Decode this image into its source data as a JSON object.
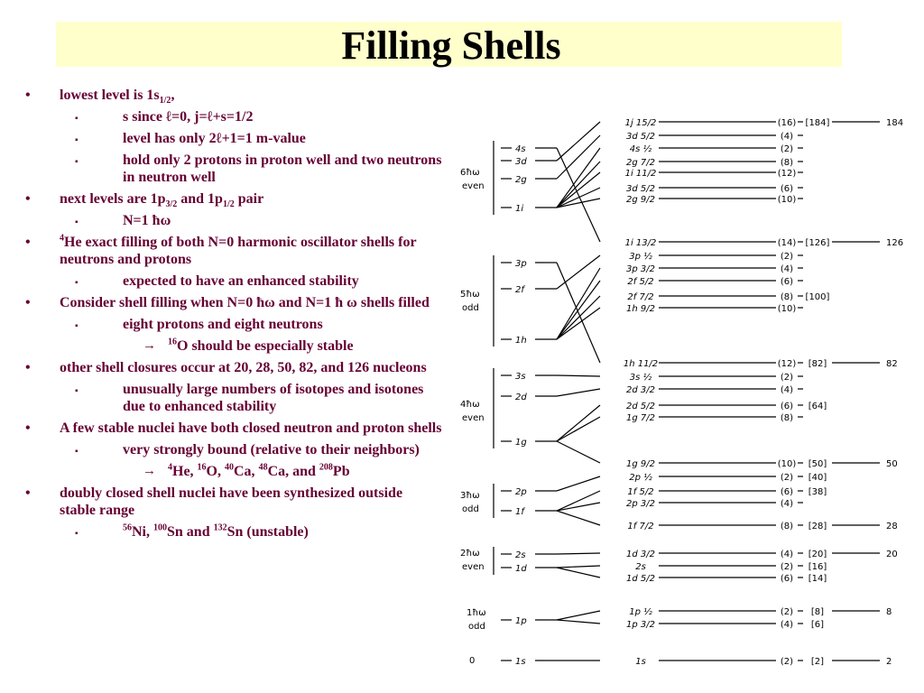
{
  "title": "Filling Shells",
  "colors": {
    "text": "#660033",
    "title_band": "#ffffcc"
  },
  "bullets": [
    {
      "level": 1,
      "parts": [
        {
          "t": "lowest level is 1s"
        },
        {
          "sub": "1/2"
        },
        {
          "t": ","
        }
      ]
    },
    {
      "level": 2,
      "parts": [
        {
          "t": "s since ℓ=0, j=ℓ+s=1/2"
        }
      ]
    },
    {
      "level": 2,
      "parts": [
        {
          "t": "level has only 2ℓ+1=1 m-value"
        }
      ]
    },
    {
      "level": 2,
      "parts": [
        {
          "t": " hold only 2 protons in proton well and two neutrons in neutron well"
        }
      ]
    },
    {
      "level": 1,
      "parts": [
        {
          "t": " next levels are 1p"
        },
        {
          "sub": "3/2"
        },
        {
          "t": " and 1p"
        },
        {
          "sub": "1/2"
        },
        {
          "t": " pair"
        }
      ]
    },
    {
      "level": 2,
      "parts": [
        {
          "t": "N=1 ħω"
        }
      ]
    },
    {
      "level": 1,
      "parts": [
        {
          "sup": "4"
        },
        {
          "t": "He exact filling of both N=0 harmonic oscillator shells for neutrons and protons"
        }
      ]
    },
    {
      "level": 2,
      "parts": [
        {
          "t": "expected to have an enhanced stability"
        }
      ]
    },
    {
      "level": 1,
      "parts": [
        {
          "t": "Consider shell filling when N=0 ħω and N=1 ħ ω shells filled"
        }
      ]
    },
    {
      "level": 2,
      "parts": [
        {
          "t": "eight protons and eight neutrons"
        }
      ]
    },
    {
      "level": 3,
      "parts": [
        {
          "sup": "16"
        },
        {
          "t": "O should be especially stable"
        }
      ]
    },
    {
      "level": 1,
      "parts": [
        {
          "t": "other shell closures occur at 20, 28, 50, 82, and 126 nucleons"
        }
      ]
    },
    {
      "level": 2,
      "parts": [
        {
          "t": "unusually large numbers of isotopes and isotones due to enhanced stability"
        }
      ]
    },
    {
      "level": 1,
      "parts": [
        {
          "t": "A few stable nuclei have both closed neutron and proton shells"
        }
      ]
    },
    {
      "level": 2,
      "parts": [
        {
          "t": "very strongly bound (relative to their neighbors)"
        }
      ]
    },
    {
      "level": 3,
      "parts": [
        {
          "sup": "4"
        },
        {
          "t": "He, "
        },
        {
          "sup": "16"
        },
        {
          "t": "O, "
        },
        {
          "sup": "40"
        },
        {
          "t": "Ca, "
        },
        {
          "sup": "48"
        },
        {
          "t": "Ca, and "
        },
        {
          "sup": "208"
        },
        {
          "t": "Pb"
        }
      ]
    },
    {
      "level": 1,
      "parts": [
        {
          "t": "doubly closed shell nuclei have been synthesized outside stable range"
        }
      ]
    },
    {
      "level": 2,
      "parts": [
        {
          "sup": "56"
        },
        {
          "t": "Ni, "
        },
        {
          "sup": "100"
        },
        {
          "t": "Sn and "
        },
        {
          "sup": "132"
        },
        {
          "t": "Sn (unstable)"
        }
      ]
    }
  ],
  "markers": {
    "level1": "•",
    "level2": "▪",
    "level3": "→"
  },
  "diagram": {
    "shells": [
      {
        "label": "0",
        "osc": [
          "1s"
        ],
        "split": [
          {
            "name": "1s",
            "occ": "(2)",
            "cum": "[2]",
            "magic": "2"
          }
        ]
      },
      {
        "label": "1ħω odd",
        "osc": [
          "1p"
        ],
        "split": [
          {
            "name": "1p ½",
            "occ": "(2)",
            "cum": "[8]",
            "magic": "8"
          },
          {
            "name": "1p 3/2",
            "occ": "(4)",
            "cum": "[6]",
            "magic": ""
          }
        ]
      },
      {
        "label": "2ħω even",
        "osc": [
          "2s",
          "1d"
        ],
        "split": [
          {
            "name": "1d 3/2",
            "occ": "(4)",
            "cum": "[20]",
            "magic": "20"
          },
          {
            "name": "2s",
            "occ": "(2)",
            "cum": "[16]",
            "magic": ""
          },
          {
            "name": "1d 5/2",
            "occ": "(6)",
            "cum": "[14]",
            "magic": ""
          }
        ]
      },
      {
        "label": "3ħω odd",
        "osc": [
          "2p",
          "1f"
        ],
        "split": [
          {
            "name": "2p ½",
            "occ": "(2)",
            "cum": "[40]",
            "magic": ""
          },
          {
            "name": "1f 5/2",
            "occ": "(6)",
            "cum": "[38]",
            "magic": ""
          },
          {
            "name": "2p 3/2",
            "occ": "(4)",
            "cum": "",
            "magic": ""
          },
          {
            "name": "1f 7/2",
            "occ": "(8)",
            "cum": "[28]",
            "magic": "28"
          }
        ]
      },
      {
        "label": "4ħω even",
        "osc": [
          "3s",
          "2d",
          "1g"
        ],
        "split": [
          {
            "name": "3s ½",
            "occ": "(2)",
            "cum": "",
            "magic": ""
          },
          {
            "name": "2d 3/2",
            "occ": "(4)",
            "cum": "",
            "magic": ""
          },
          {
            "name": "2d 5/2",
            "occ": "(6)",
            "cum": "[64]",
            "magic": ""
          },
          {
            "name": "1g 7/2",
            "occ": "(8)",
            "cum": "",
            "magic": ""
          },
          {
            "name": "1g 9/2",
            "occ": "(10)",
            "cum": "[50]",
            "magic": "50"
          }
        ]
      },
      {
        "label": "5ħω odd",
        "osc": [
          "3p",
          "2f",
          "1h"
        ],
        "split": [
          {
            "name": "1h 11/2",
            "occ": "(12)",
            "cum": "[82]",
            "magic": "82"
          },
          {
            "name": "3p ½",
            "occ": "(2)",
            "cum": "",
            "magic": ""
          },
          {
            "name": "3p 3/2",
            "occ": "(4)",
            "cum": "",
            "magic": ""
          },
          {
            "name": "2f 5/2",
            "occ": "(6)",
            "cum": "",
            "magic": ""
          },
          {
            "name": "2f 7/2",
            "occ": "(8)",
            "cum": "[100]",
            "magic": ""
          },
          {
            "name": "1h 9/2",
            "occ": "(10)",
            "cum": "",
            "magic": ""
          }
        ]
      },
      {
        "label": "6ħω even",
        "osc": [
          "4s",
          "3d",
          "2g",
          "1i"
        ],
        "split": [
          {
            "name": "1i 13/2",
            "occ": "(14)",
            "cum": "[126]",
            "magic": "126"
          },
          {
            "name": "1j 15/2",
            "occ": "(16)",
            "cum": "[184]",
            "magic": "184"
          },
          {
            "name": "3d 5/2",
            "occ": "(4)",
            "cum": "",
            "magic": ""
          },
          {
            "name": "4s ½",
            "occ": "(2)",
            "cum": "",
            "magic": ""
          },
          {
            "name": "2g 7/2",
            "occ": "(8)",
            "cum": "",
            "magic": ""
          },
          {
            "name": "1i 11/2",
            "occ": "(12)",
            "cum": "",
            "magic": ""
          },
          {
            "name": "3d 5/2",
            "occ": "(6)",
            "cum": "",
            "magic": ""
          },
          {
            "name": "2g 9/2",
            "occ": "(10)",
            "cum": "",
            "magic": ""
          }
        ]
      }
    ]
  }
}
